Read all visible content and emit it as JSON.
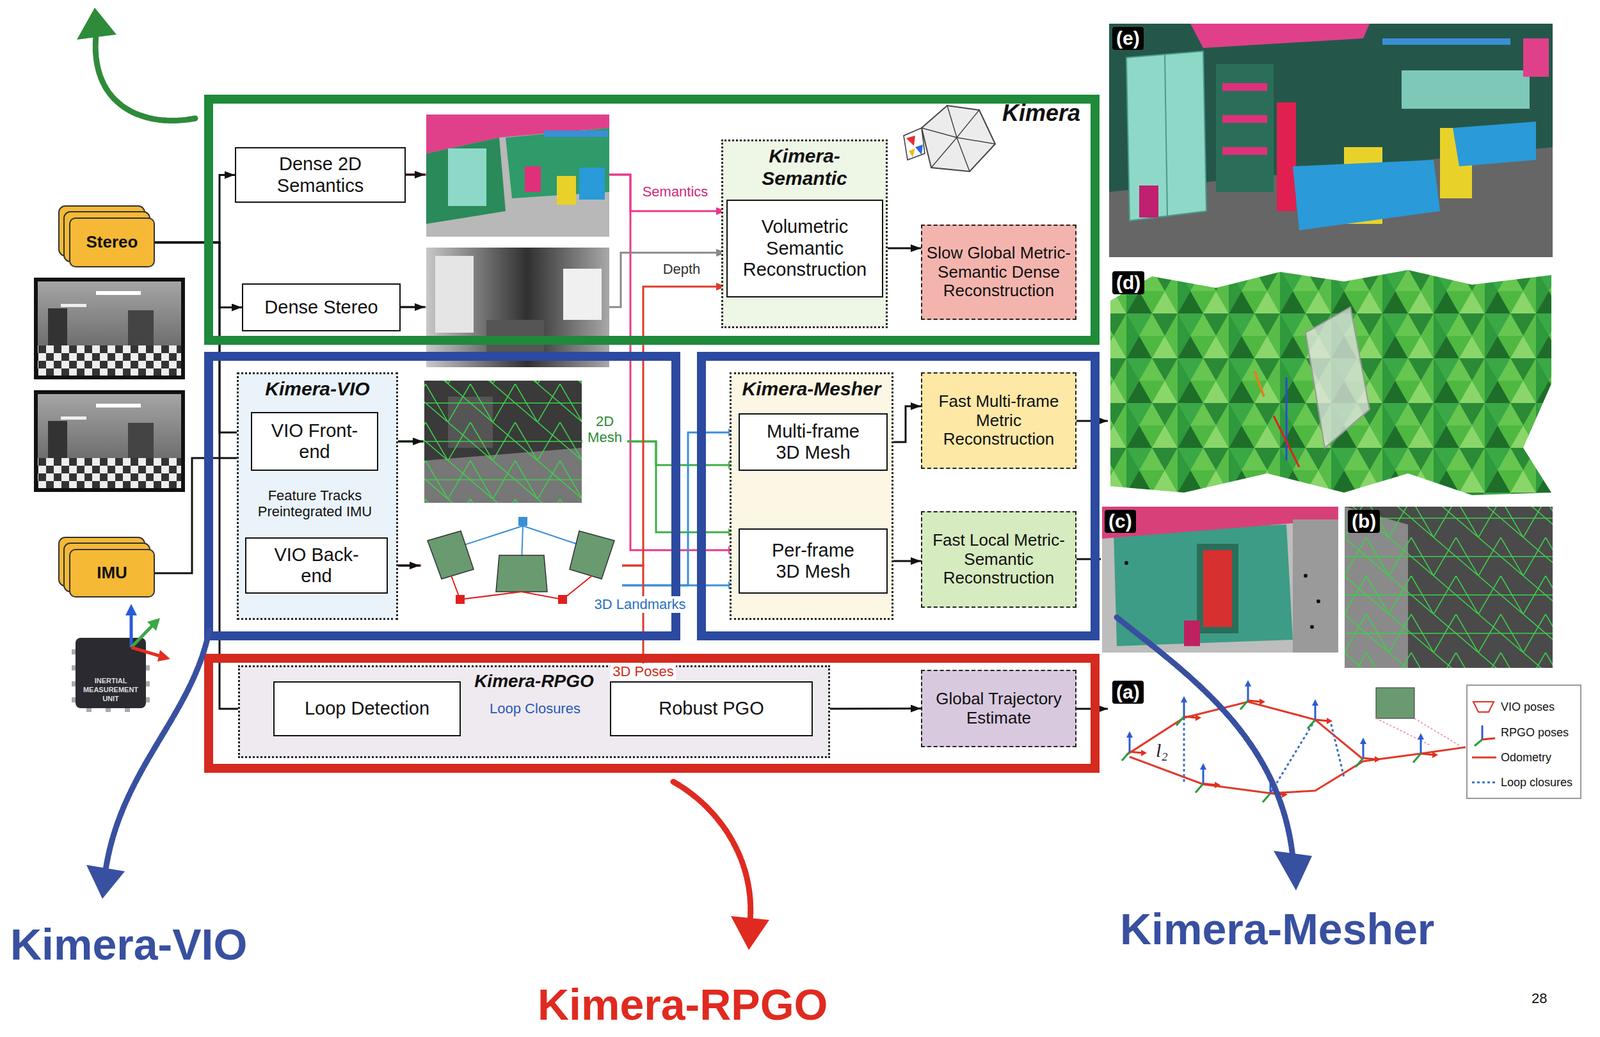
{
  "diagram": {
    "nodes": [
      {
        "text": [
          "Stereo"
        ]
      },
      {
        "text": [
          "IMU"
        ]
      },
      {
        "text": [
          "Dense 2D Semantics"
        ]
      },
      {
        "text": [
          "Dense Stereo"
        ]
      },
      {
        "text": [
          "Kimera-Semantic"
        ]
      },
      {
        "text": [
          "Volumetric Semantic Reconstruction"
        ],
        "in": 4
      },
      {
        "text": [
          "Slow Global Metric-Semantic Dense Reconstruction"
        ]
      },
      {
        "text": [
          "Kimera-VIO"
        ]
      },
      {
        "text": [
          "VIO Front-end"
        ],
        "in": 7
      },
      {
        "text": [
          "VIO Back-end"
        ],
        "in": 7
      },
      {
        "text": [
          "Kimera-Mesher"
        ]
      },
      {
        "text": [
          "Multi-frame 3D Mesh"
        ],
        "in": 10
      },
      {
        "text": [
          "Per-frame 3D Mesh"
        ],
        "in": 10
      },
      {
        "text": [
          "Fast Multi-frame Metric Reconstruction"
        ]
      },
      {
        "text": [
          "Fast Local Metric-Semantic Reconstruction"
        ]
      },
      {
        "text": [
          "Kimera-RPGO"
        ]
      },
      {
        "text": [
          "Loop Detection"
        ],
        "in": 15
      },
      {
        "text": [
          "Robust PGO"
        ],
        "in": 15
      },
      {
        "text": [
          "Global Trajectory Estimate"
        ]
      }
    ],
    "edges": [
      {
        "from": 0,
        "to": 2,
        "arrow": "to"
      },
      {
        "from": 0,
        "to": 3,
        "arrow": "to"
      },
      {
        "from": 0,
        "to": 8,
        "arrow": "to"
      },
      {
        "from": 0,
        "to": 16,
        "arrow": "to"
      },
      {
        "from": 1,
        "to": 8,
        "arrow": "to"
      },
      {
        "from": 2,
        "to": 5,
        "label": "Semantics",
        "arrow": "to"
      },
      {
        "from": 2,
        "to": 12,
        "arrow": "to"
      },
      {
        "from": 3,
        "to": 5,
        "label": "Depth",
        "arrow": "to"
      },
      {
        "from": 5,
        "to": 6,
        "arrow": "to"
      },
      {
        "from": 8,
        "to": 9,
        "label": "Feature Tracks Preintegrated IMU",
        "arrow": "to"
      },
      {
        "from": 8,
        "to": 11,
        "label": "2D Mesh",
        "arrow": "to"
      },
      {
        "from": 8,
        "to": 12,
        "arrow": "to"
      },
      {
        "from": 9,
        "to": 5,
        "arrow": "to"
      },
      {
        "from": 9,
        "to": 11,
        "label": "3D Landmarks",
        "arrow": "to"
      },
      {
        "from": 9,
        "to": 12,
        "arrow": "to"
      },
      {
        "from": 9,
        "to": 17,
        "label": "3D Poses",
        "arrow": "to"
      },
      {
        "from": 11,
        "to": 13,
        "arrow": "to"
      },
      {
        "from": 12,
        "to": 11,
        "arrow": "to"
      },
      {
        "from": 12,
        "to": 14,
        "arrow": "to"
      },
      {
        "from": 16,
        "to": 17,
        "label": "Loop Closures",
        "arrow": "to"
      },
      {
        "from": 17,
        "to": 18,
        "arrow": "to"
      }
    ],
    "labels": [
      "Kimera",
      "(e)",
      "(d)",
      "(c)",
      "(b)",
      "(a)",
      "l₂",
      "INERTIAL MEASUREMENT UNIT",
      "Kimera-VIO",
      "Kimera-RPGO",
      "Kimera-Mesher",
      "28"
    ],
    "legend": [
      {
        "text": "VIO poses"
      },
      {
        "text": "RPGO poses"
      },
      {
        "text": "Odometry"
      },
      {
        "text": "Loop closures"
      }
    ]
  }
}
